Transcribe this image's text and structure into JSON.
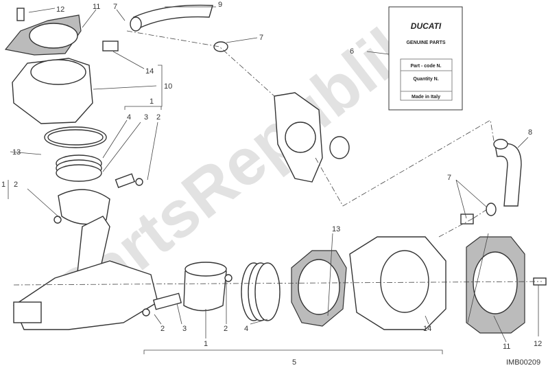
{
  "diagram_code": "IMB00209",
  "watermark": "PartsRepublik",
  "label_box": {
    "brand": "DUCATI",
    "subtitle": "GENUINE PARTS",
    "rows": [
      "Part - code N.",
      "Quantity N.",
      "Made in Italy"
    ]
  },
  "callouts": {
    "c12a": "12",
    "c11a": "11",
    "c7a": "7",
    "c9": "9",
    "c7b": "7",
    "c6": "6",
    "c14a": "14",
    "c10": "10",
    "c1a": "1",
    "c4a": "4",
    "c3a": "3",
    "c2a": "2",
    "c13a": "13",
    "c1b": "1",
    "c2b": "2",
    "c8": "8",
    "c7c": "7",
    "c13b": "13",
    "c2c": "2",
    "c3b": "3",
    "c1c": "1",
    "c2d": "2",
    "c4b": "4",
    "c5": "5",
    "c14b": "14",
    "c11b": "11",
    "c12b": "12"
  }
}
